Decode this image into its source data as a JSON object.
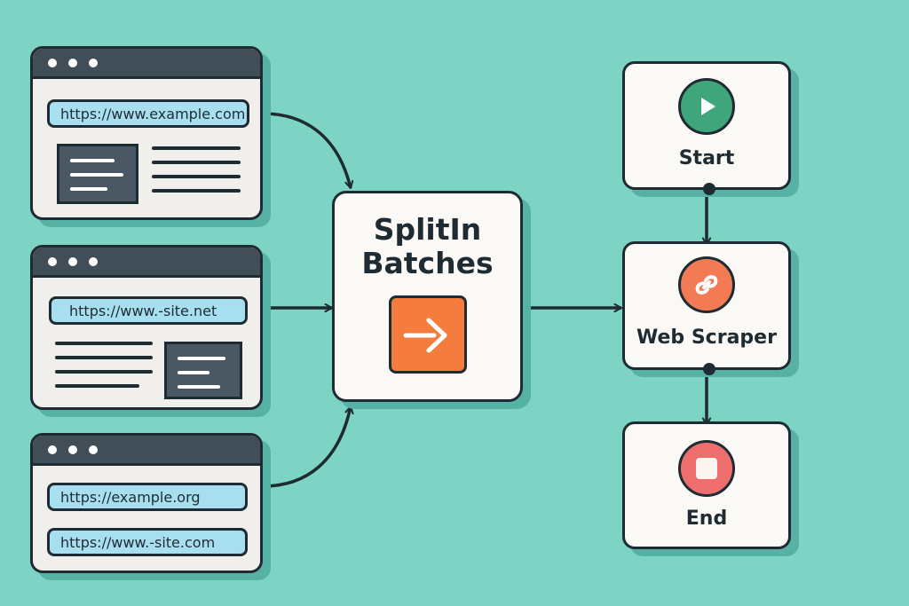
{
  "sources": [
    {
      "id": "browser-1",
      "urls": [
        "https://www.example.com"
      ],
      "layout": "image-left"
    },
    {
      "id": "browser-2",
      "urls": [
        "https://www.-site.net"
      ],
      "layout": "image-right"
    },
    {
      "id": "browser-3",
      "urls": [
        "https://example.org",
        "https://www.-site.com"
      ],
      "layout": "url-list"
    }
  ],
  "splitter": {
    "title_line1": "SplitIn",
    "title_line2": "Batches",
    "icon": "arrow-right-icon",
    "icon_color": "#f47c3c"
  },
  "workflow": [
    {
      "label": "Start",
      "icon": "play-icon",
      "color": "#3fa57a"
    },
    {
      "label": "Web Scraper",
      "icon": "link-icon",
      "color": "#f27a55"
    },
    {
      "label": "End",
      "icon": "stop-icon",
      "color": "#ee6e6e"
    }
  ],
  "colors": {
    "background": "#7dd3c4",
    "outline": "#1f2b33",
    "url_bar": "#a8dff0",
    "window_bar": "#414d57",
    "card": "#fbf9f5",
    "shadow": "#56b2a4"
  }
}
